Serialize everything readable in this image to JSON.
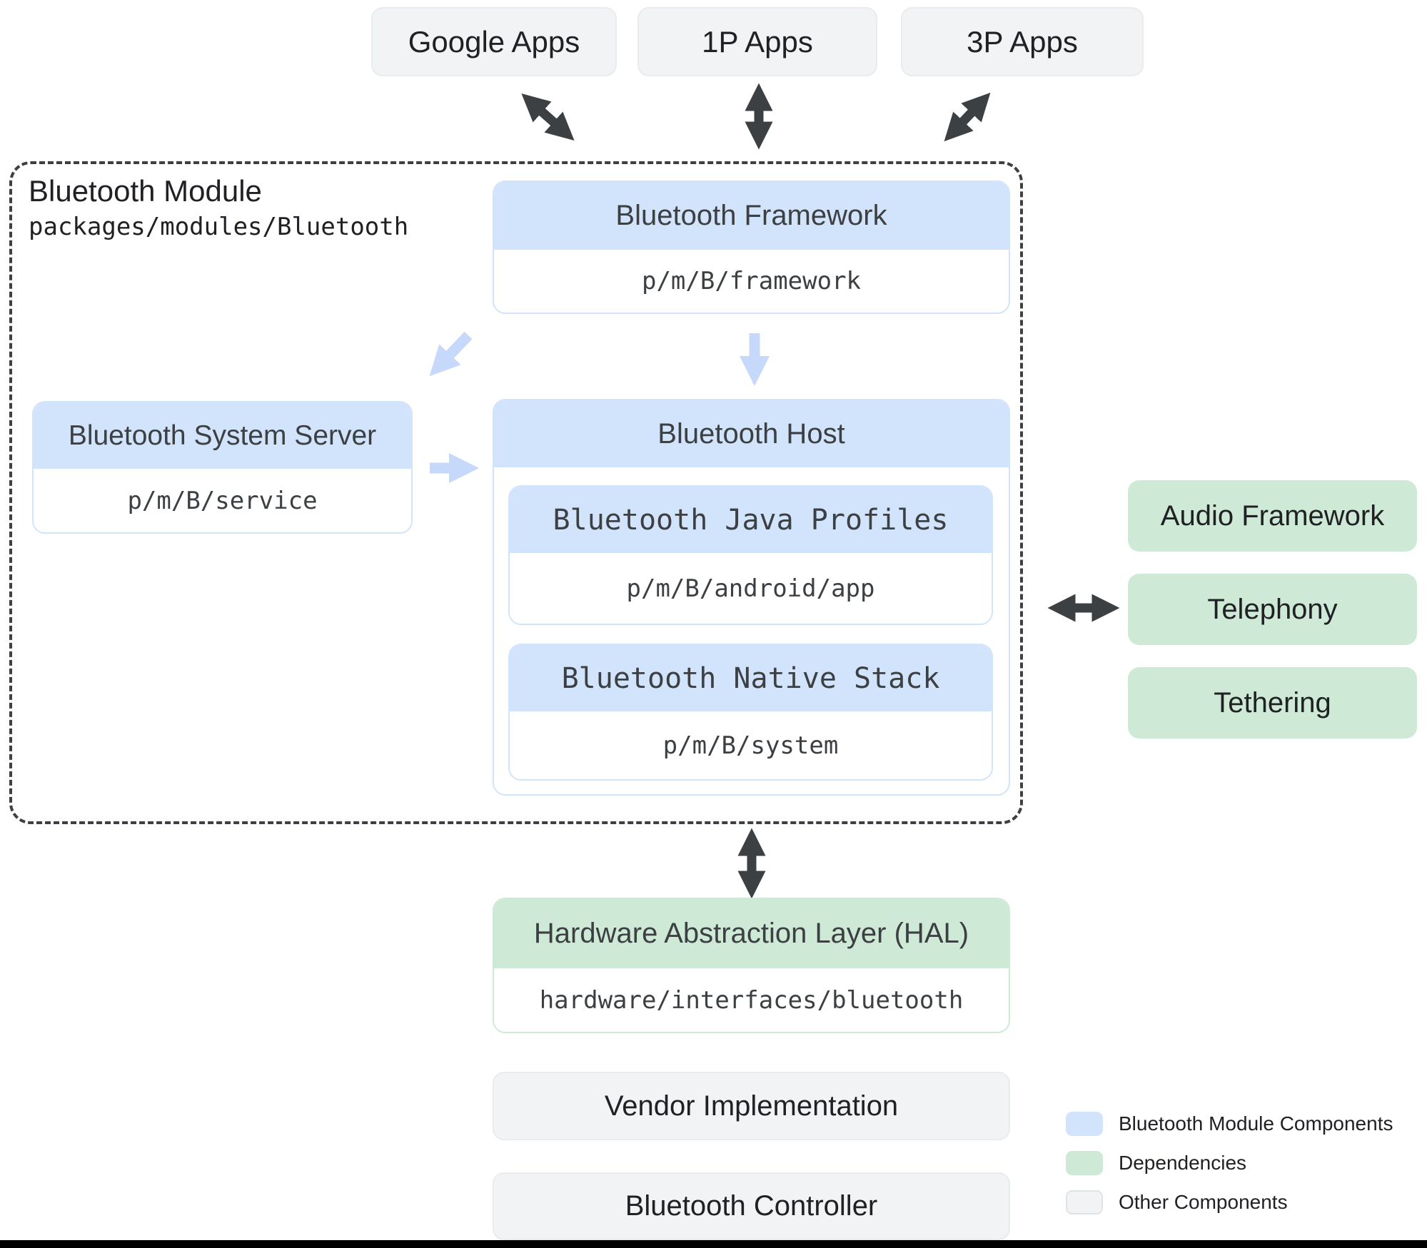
{
  "top_apps": [
    {
      "label": "Google Apps"
    },
    {
      "label": "1P Apps"
    },
    {
      "label": "3P Apps"
    }
  ],
  "module": {
    "title": "Bluetooth Module",
    "path": "packages/modules/Bluetooth",
    "framework": {
      "title": "Bluetooth Framework",
      "path": "p/m/B/framework"
    },
    "system_server": {
      "title": "Bluetooth System Server",
      "path": "p/m/B/service"
    },
    "host": {
      "title": "Bluetooth Host",
      "java_profiles": {
        "title": "Bluetooth Java Profiles",
        "path": "p/m/B/android/app"
      },
      "native_stack": {
        "title": "Bluetooth Native Stack",
        "path": "p/m/B/system"
      }
    }
  },
  "dependencies": [
    {
      "label": "Audio Framework"
    },
    {
      "label": "Telephony"
    },
    {
      "label": "Tethering"
    }
  ],
  "hal": {
    "title": "Hardware Abstraction Layer (HAL)",
    "path": "hardware/interfaces/bluetooth"
  },
  "vendor": {
    "label": "Vendor Implementation"
  },
  "controller": {
    "label": "Bluetooth Controller"
  },
  "legend": [
    {
      "label": "Bluetooth Module Components",
      "color": "#d2e3fc"
    },
    {
      "label": "Dependencies",
      "color": "#ceead6"
    },
    {
      "label": "Other Components",
      "color": "#f1f3f4"
    }
  ],
  "colors": {
    "module_fill": "#d2e3fc",
    "dependency_fill": "#ceead6",
    "other_fill": "#f1f3f4",
    "arrow_dark": "#3c4043",
    "arrow_light": "#c6d9fa"
  }
}
